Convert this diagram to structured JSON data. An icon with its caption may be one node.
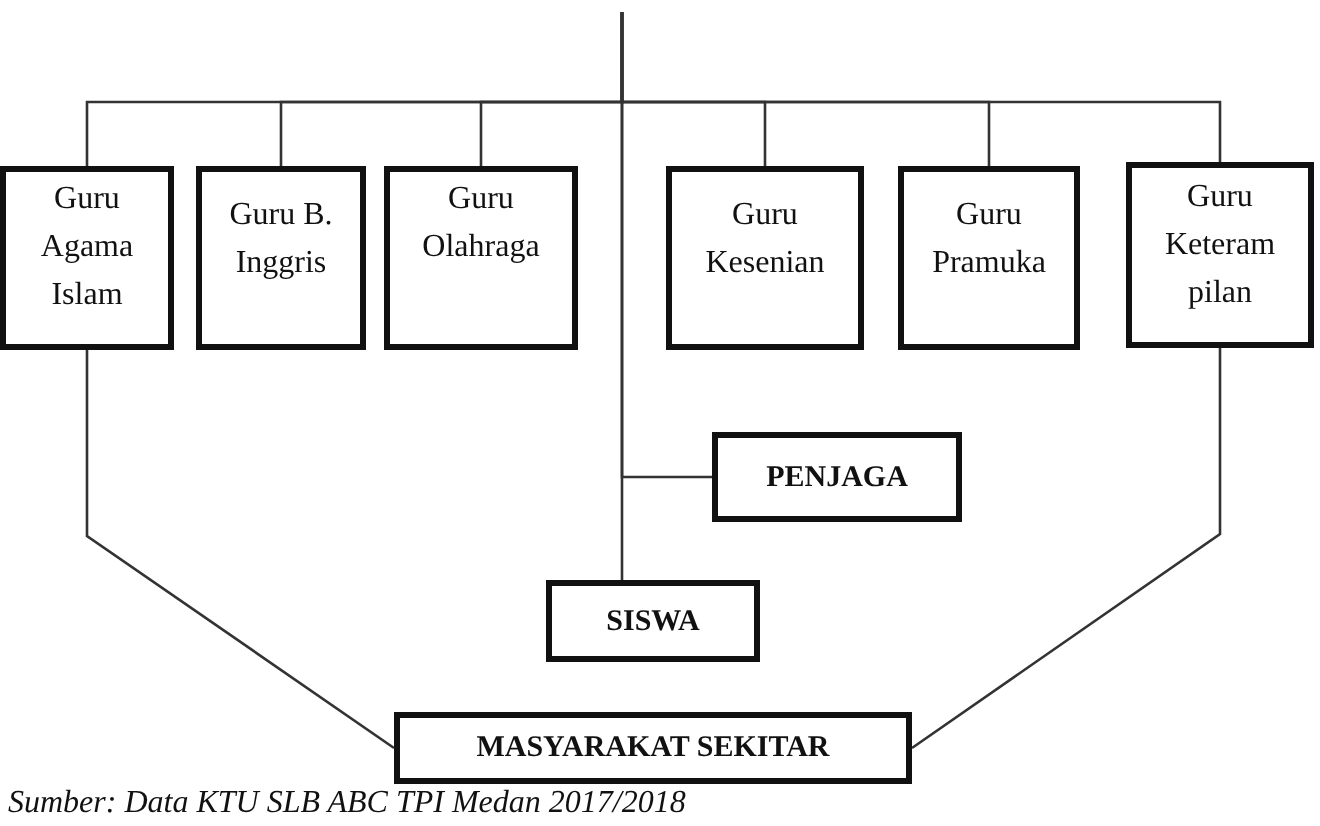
{
  "diagram": {
    "caption": "Sumber: Data KTU SLB ABC TPI Medan 2017/2018",
    "nodes": [
      {
        "text": [
          "Guru Agama Islam"
        ]
      },
      {
        "text": [
          "Guru B. Inggris"
        ]
      },
      {
        "text": [
          "Guru Olahraga"
        ]
      },
      {
        "text": [
          "Guru Kesenian"
        ]
      },
      {
        "text": [
          "Guru Pramuka"
        ]
      },
      {
        "text": [
          "Guru Keteram pilan"
        ]
      },
      {
        "text": [
          "PENJAGA"
        ]
      },
      {
        "text": [
          "SISWA"
        ]
      },
      {
        "text": [
          "MASYARAKAT SEKITAR"
        ]
      }
    ],
    "edges": [
      {
        "from": null,
        "to": 0,
        "arrow": "none"
      },
      {
        "from": null,
        "to": 1,
        "arrow": "none"
      },
      {
        "from": null,
        "to": 2,
        "arrow": "none"
      },
      {
        "from": null,
        "to": 3,
        "arrow": "none"
      },
      {
        "from": null,
        "to": 4,
        "arrow": "none"
      },
      {
        "from": null,
        "to": 5,
        "arrow": "none"
      },
      {
        "from": null,
        "to": 6,
        "arrow": "none"
      },
      {
        "from": null,
        "to": 7,
        "arrow": "none"
      },
      {
        "from": 0,
        "to": 8,
        "arrow": "none"
      },
      {
        "from": 5,
        "to": 8,
        "arrow": "none"
      }
    ]
  }
}
